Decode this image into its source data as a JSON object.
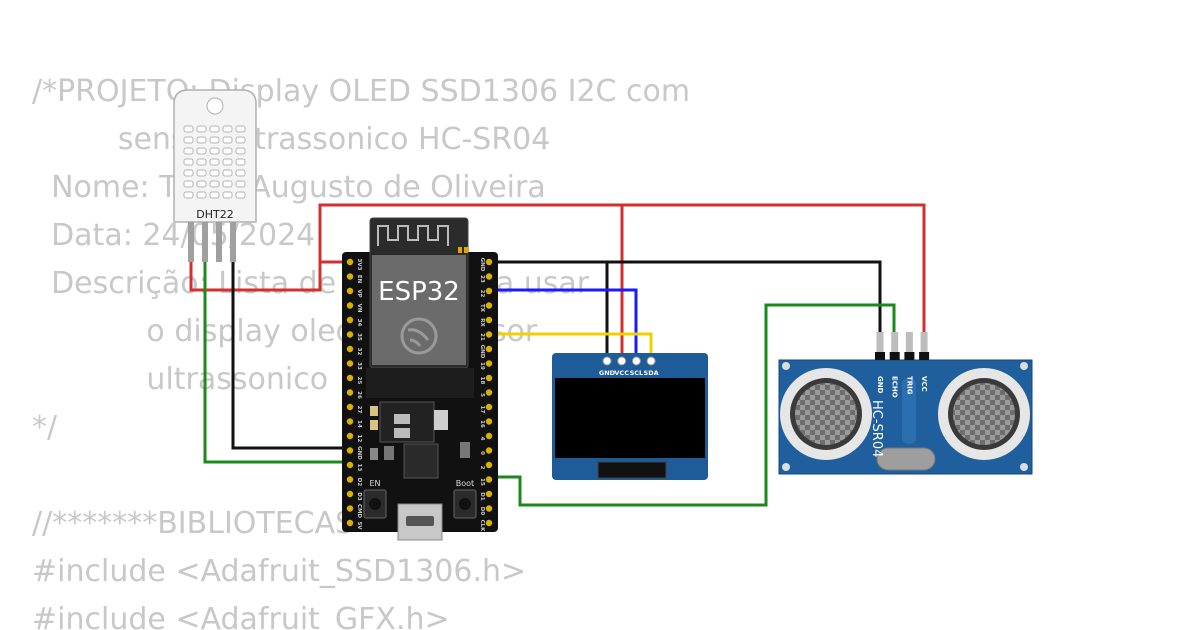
{
  "code_lines": [
    "/*PROJETO: Display OLED SSD1306 I2C com",
    "         sensor ultrassonico HC-SR04",
    "  Nome: Tiago Augusto de Oliveira",
    "  Data: 24/05/2024",
    "  Descrição: Lista de Tarefa para usar",
    "            o display oled com sensor",
    "            ultrassonico",
    "*/",
    "",
    "//*******BIBLIOTECAS",
    "#include <Adafruit_SSD1306.h>",
    "#include <Adafruit_GFX.h>"
  ],
  "dht22": {
    "label": "DHT22"
  },
  "esp32": {
    "label": "ESP32",
    "left_pins": [
      "3V3",
      "EN",
      "VP",
      "VN",
      "34",
      "35",
      "32",
      "33",
      "25",
      "26",
      "27",
      "14",
      "12",
      "GND",
      "13",
      "D2",
      "D3",
      "CMD",
      "5V"
    ],
    "right_pins": [
      "GND",
      "23",
      "22",
      "TX",
      "RX",
      "21",
      "GND",
      "19",
      "18",
      "5",
      "17",
      "16",
      "4",
      "0",
      "2",
      "15",
      "D1",
      "D0",
      "CLK"
    ],
    "en_label": "EN",
    "boot_label": "Boot"
  },
  "oled": {
    "pins": [
      "GND",
      "VCC",
      "SCL",
      "SDA"
    ]
  },
  "hcsr04": {
    "label": "HC-SR04",
    "pins": [
      "GND",
      "ECHO",
      "TRIG",
      "VCC"
    ]
  },
  "wire_colors": {
    "power": "#d32f2f",
    "ground": "#111111",
    "scl": "#1a1aff",
    "sda": "#f0d000",
    "signal": "#1b8a1b"
  }
}
